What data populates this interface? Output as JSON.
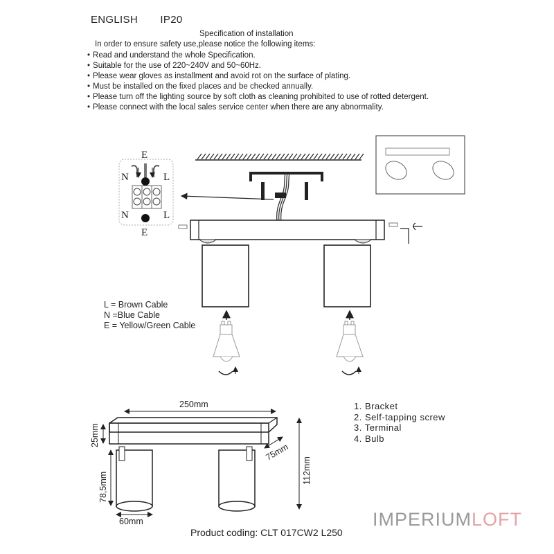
{
  "header": {
    "language": "ENGLISH",
    "ip_rating": "IP20"
  },
  "spec": {
    "title": "Specification of installation",
    "intro": "In order to ensure safety use,please notice the following items:",
    "items": [
      "Read and understand the whole Specification.",
      "Suitable for the use of 220~240V and 50~60Hz.",
      "Please wear gloves as installment and avoid rot on the surface of plating.",
      "Must be installed on the fixed places and be checked annually.",
      "Please turn off the lighting source by soft cloth as cleaning prohibited to use of rotted detergent.",
      "Please connect with the local sales service center when there are any abnormality."
    ]
  },
  "wiring": {
    "labels": {
      "earth": "E",
      "neutral": "N",
      "live": "L"
    },
    "legend": [
      "L = Brown Cable",
      "N =Blue Cable",
      "E = Yellow/Green Cable"
    ]
  },
  "parts": [
    "1. Bracket",
    "2. Self-tapping screw",
    "3. Terminal",
    "4. Bulb"
  ],
  "dimensions": {
    "length": "250mm",
    "base_height": "25mm",
    "depth": "75mm",
    "total_height": "112mm",
    "shade_height": "78,5mm",
    "shade_diameter": "60mm"
  },
  "product_coding": "Product coding: CLT 017CW2 L250",
  "brand": {
    "part1": "IMPERIUM",
    "part2": "LOFT"
  }
}
